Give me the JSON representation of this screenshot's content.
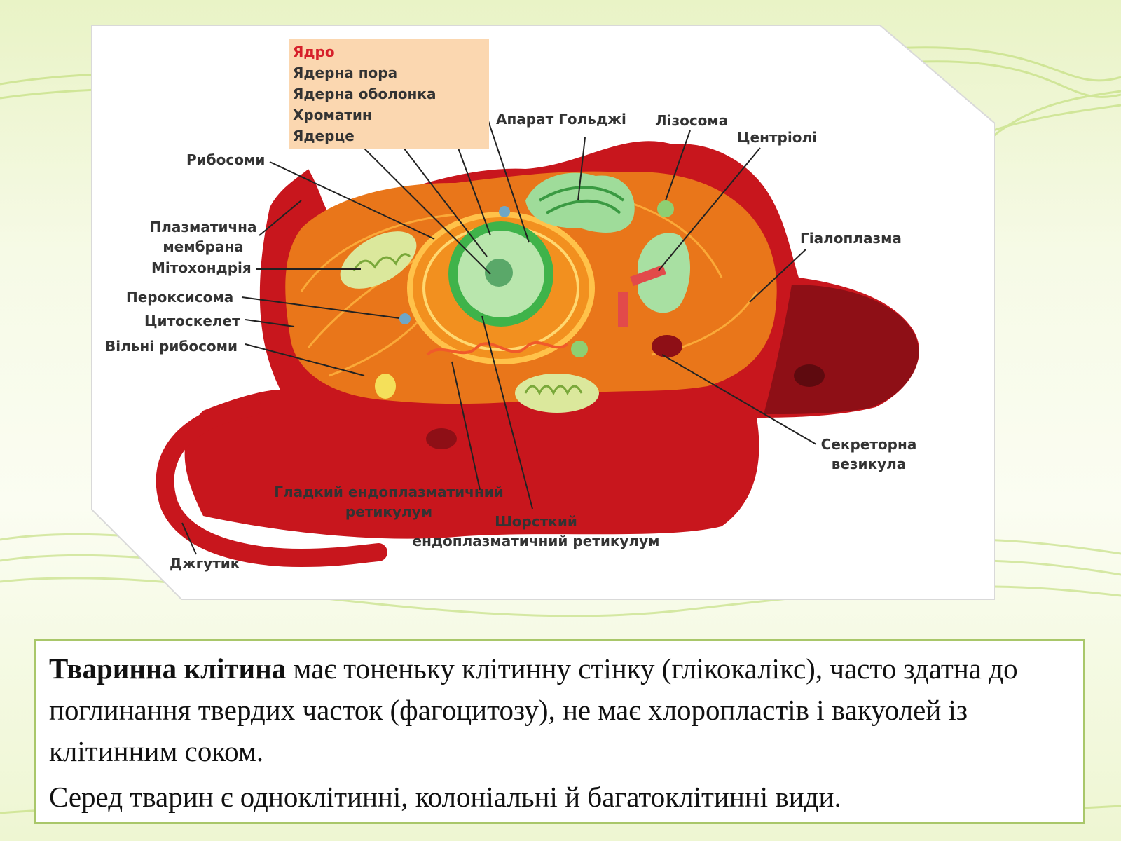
{
  "diagram": {
    "nucleus_group": {
      "title": "Ядро",
      "items": [
        "Ядерна пора",
        "Ядерна оболонка",
        "Хроматин",
        "Ядерце"
      ]
    },
    "labels": {
      "golgi": "Апарат Гольджі",
      "lysosome": "Лізосома",
      "centrioles": "Центріолі",
      "ribosomes": "Рибосоми",
      "plasma_membrane_1": "Плазматична",
      "plasma_membrane_2": "мембрана",
      "mitochondria": "Мітохондрія",
      "peroxisome": "Пероксисома",
      "cytoskeleton": "Цитоскелет",
      "free_ribosomes": "Вільні рибосоми",
      "hyaloplasm": "Гіалоплазма",
      "secretory_vesicle_1": "Секреторна",
      "secretory_vesicle_2": "везикула",
      "smooth_er_1": "Гладкий ендоплазматичний",
      "smooth_er_2": "ретикулум",
      "rough_er_1": "Шорсткий",
      "rough_er_2": "ендоплазматичний ретикулум",
      "flagellum": "Джгутик"
    },
    "colors": {
      "membrane": "#c8161d",
      "cytoplasm": "#e9761a",
      "nucleus_box": "#fbd7b0",
      "nucleus_title": "#d6202a",
      "organelle_green": "#9fdc9a"
    }
  },
  "caption": {
    "p1_bold": "Тваринна клітина",
    "p1_rest": " має тоненьку клітинну стінку (глікокалікс), часто здатна до поглинання твердих часток (фагоцитозу), не має хлоропластів і вакуолей із клітинним соком.",
    "p2": "Серед тварин є одноклітинні, колоніальні й багатоклітинні види."
  }
}
